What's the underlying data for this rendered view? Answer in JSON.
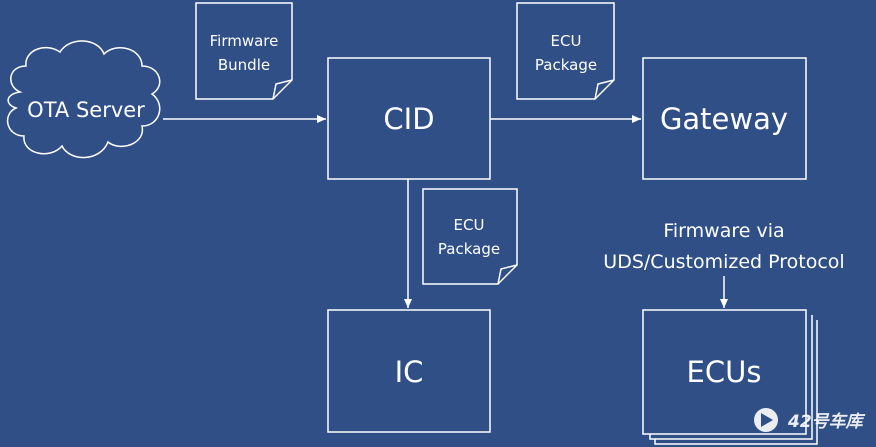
{
  "diagram": {
    "nodes": {
      "ota_server": "OTA Server",
      "cid": "CID",
      "gateway": "Gateway",
      "ic": "IC",
      "ecus": "ECUs"
    },
    "documents": {
      "firmware_bundle": [
        "Firmware",
        "Bundle"
      ],
      "ecu_package_top": [
        "ECU",
        "Package"
      ],
      "ecu_package_mid": [
        "ECU",
        "Package"
      ]
    },
    "edge_labels": {
      "gateway_to_ecus": [
        "Firmware via",
        "UDS/Customized Protocol"
      ]
    },
    "watermark": "42号车库",
    "colors": {
      "background": "#2f4f86",
      "line": "#ffffff"
    }
  }
}
